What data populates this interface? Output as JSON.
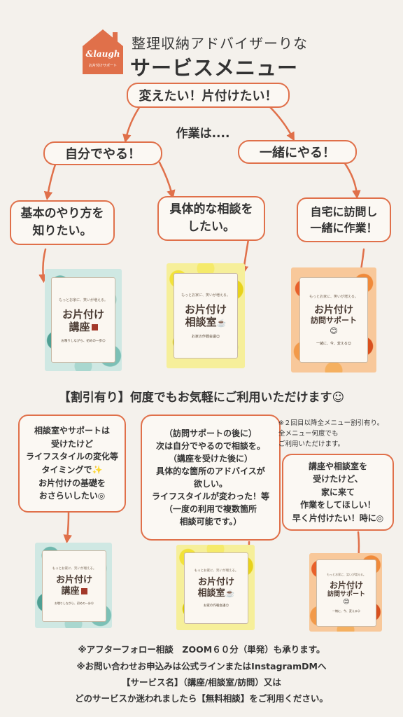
{
  "logo": {
    "brand": "&laugh",
    "small": "お片付けサポート"
  },
  "header": {
    "line1": "整理収納アドバイザーりな",
    "line2": "サービスメニュー"
  },
  "top": {
    "main": "変えたい！片付けたい！",
    "question": "作業は....",
    "self": "自分でやる！",
    "together": "一緒にやる！",
    "basic": "基本のやり方を\n知りたい。",
    "consult": "具体的な相談を\nしたい。",
    "visit": "自宅に訪問し\n一緒に作業！"
  },
  "cards": {
    "tagline": "もっとお家に、笑いが増える。",
    "kouza": {
      "title1": "お片付け",
      "title2": "講座",
      "sub": "お喋りしながら、初めの一歩☺"
    },
    "soudan": {
      "title1": "お片付け",
      "title2": "相談室",
      "sub": "お家の作戦会議☺"
    },
    "houmon": {
      "title1": "お片付け",
      "title2": "訪問サポート",
      "sub": "一緒に、今、変える☺"
    }
  },
  "discount": "【割引有り】何度でもお気軽にご利用いただけます☺",
  "middle": {
    "left": "相談室やサポートは\n受けたけど\nライフスタイルの変化等\nタイミングで✨\nお片付けの基礎を\nおさらいしたい◎",
    "center": "（訪問サポートの後に）\n次は自分でやるので相談を。\n（講座を受けた後に）\n具体的な箇所のアドバイスが\n欲しい。\nライフスタイルが変わった！等\n（一度の利用で複数箇所\n相談可能です。）",
    "note": "※２回目以降全メニュー割引有り。\n全メニュー何度でも\nご利用いただけます。",
    "right": "講座や相談室を\n受けたけど、\n家に来て\n作業をしてほしい！\n早く片付けたい！時に◎"
  },
  "footer": {
    "line1": "※アフターフォロー相談　ZOOM６０分（単発）も承ります。",
    "line2": "※お問い合わせお申込みは公式ラインまたはInstagramDMへ",
    "line3": "【サービス名】（講座/相談室/訪問）又は",
    "line4": "どのサービスか迷われましたら【無料相談】をご利用ください。"
  },
  "colors": {
    "accent": "#e0704a",
    "background": "#f4f1ec",
    "text": "#333333"
  }
}
